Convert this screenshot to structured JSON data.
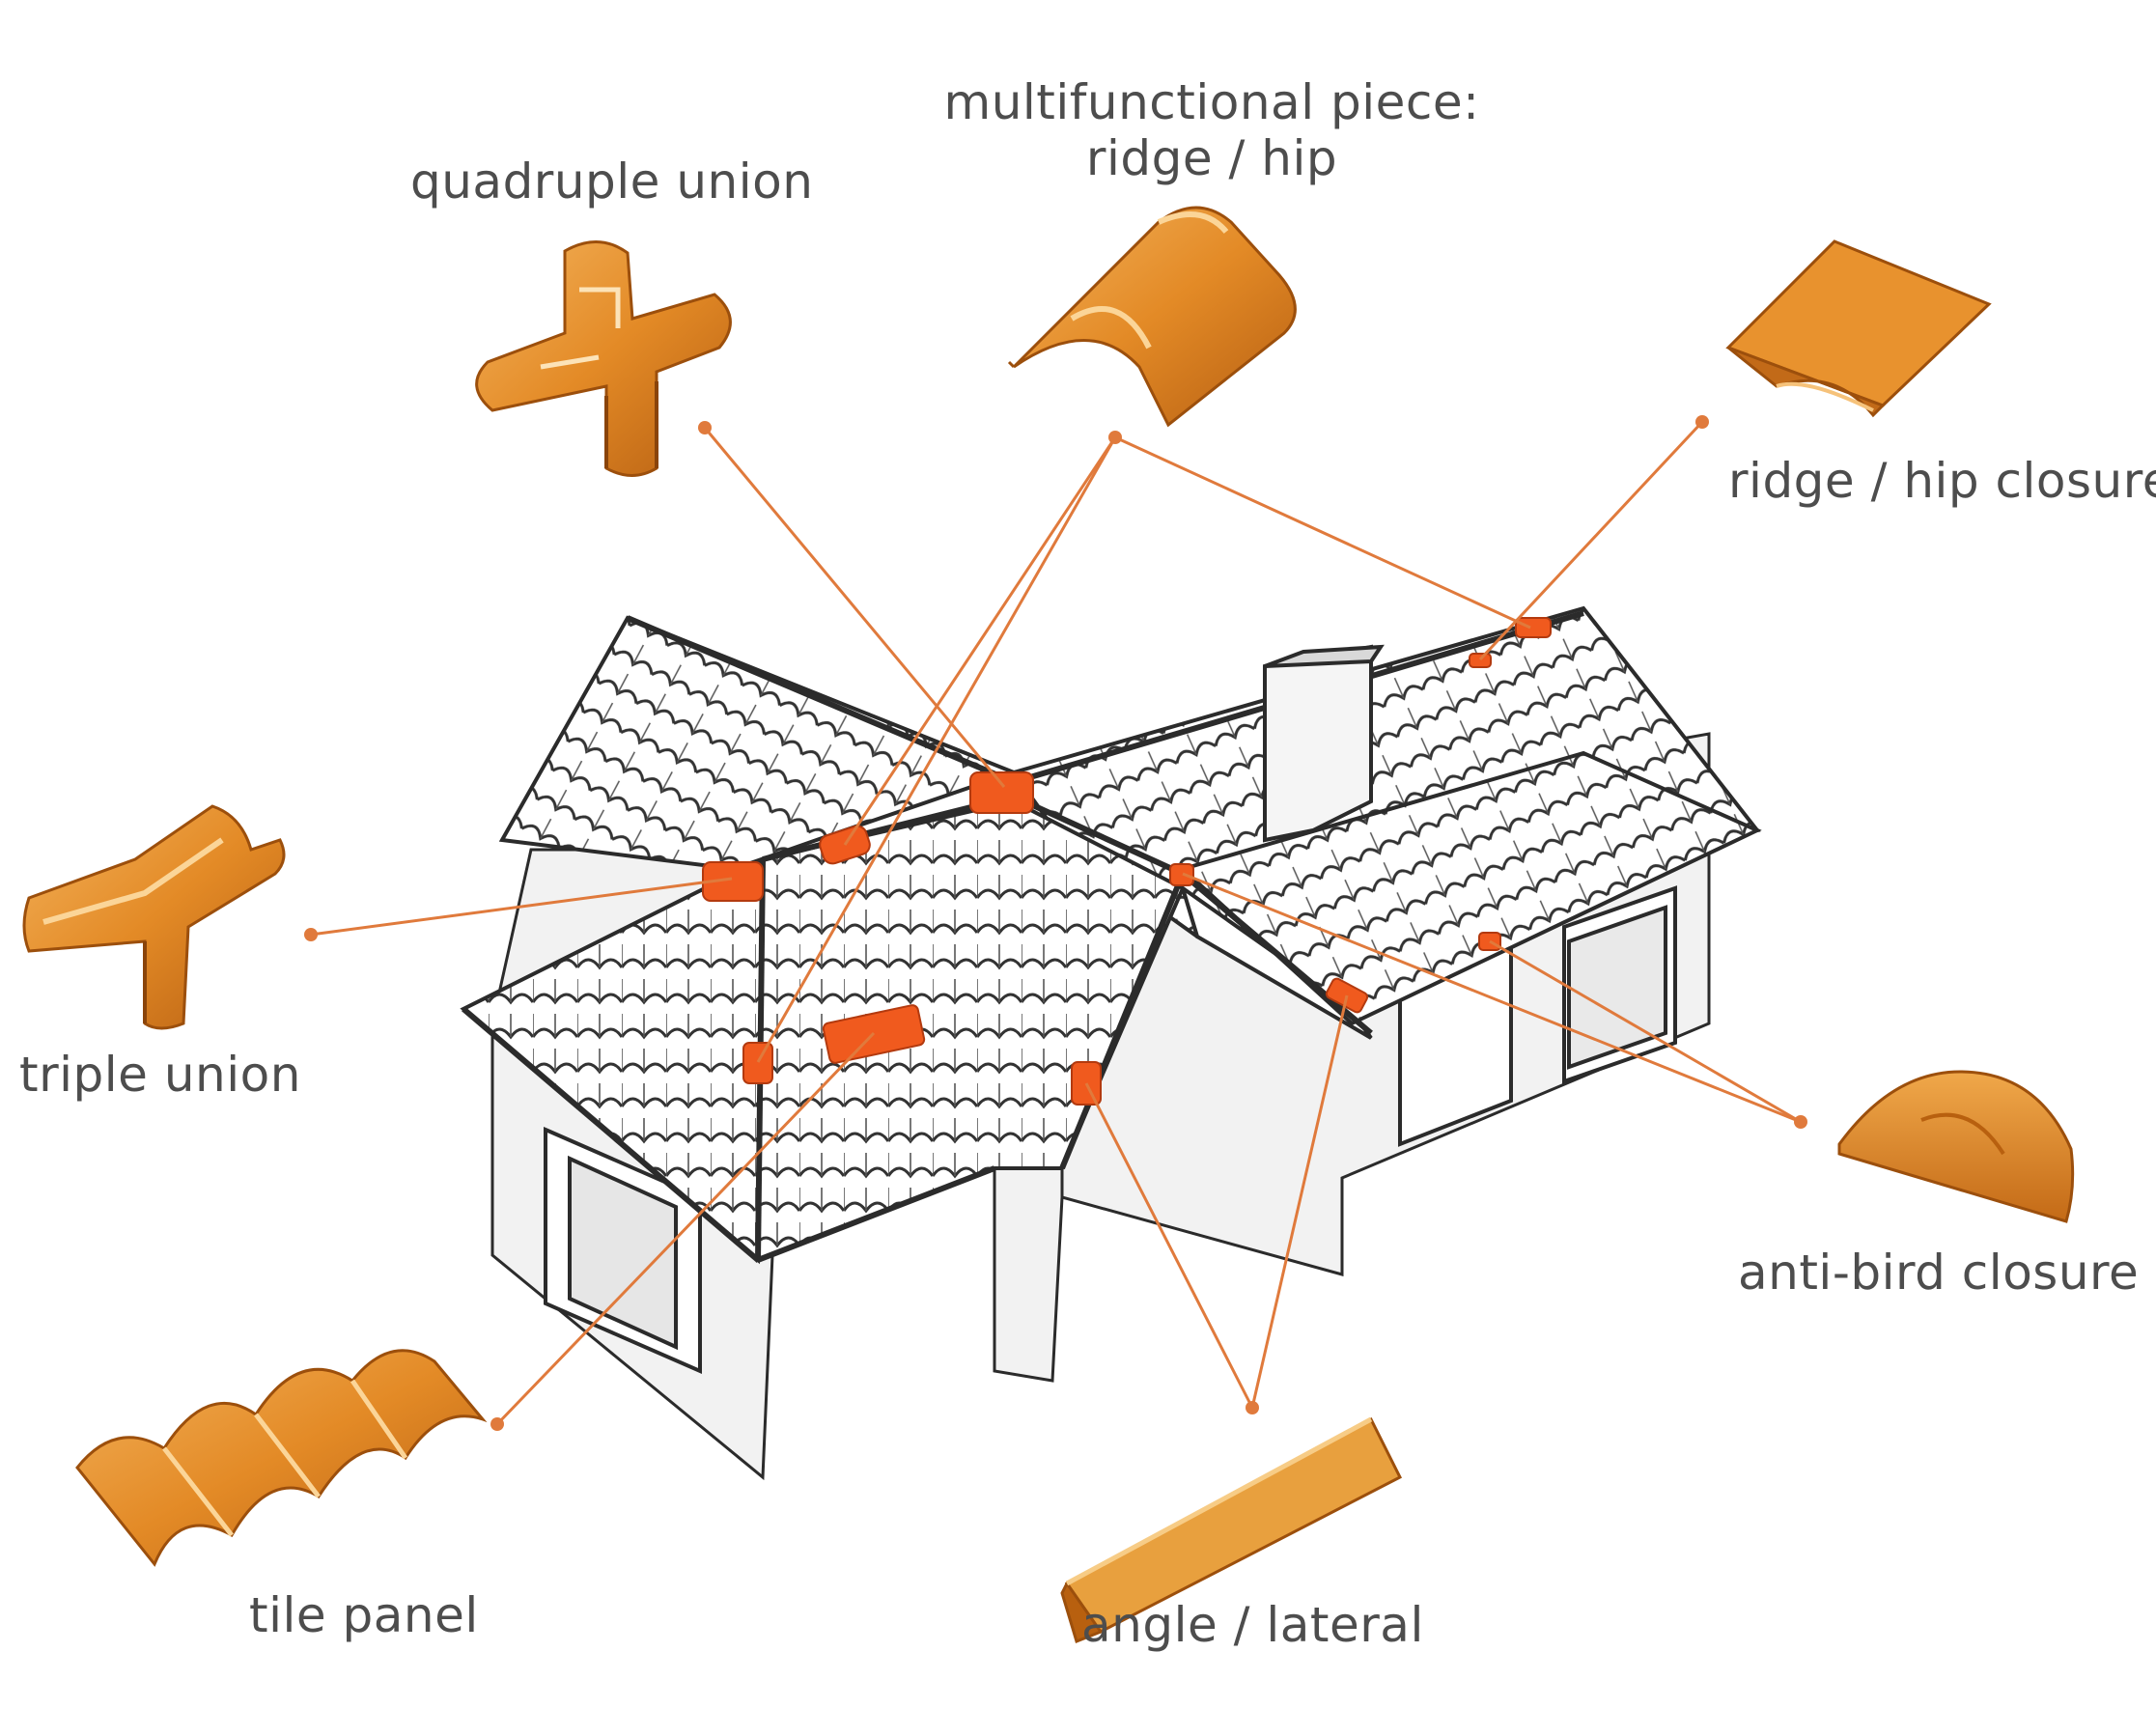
{
  "labels": {
    "multifunctional_line1": "multifunctional piece:",
    "multifunctional_line2": "ridge / hip",
    "quadruple_union": "quadruple union",
    "ridge_hip_closure": "ridge / hip closure",
    "triple_union": "triple union",
    "anti_bird_closure": "anti-bird closure",
    "tile_panel": "tile panel",
    "angle_lateral": "angle / lateral"
  },
  "colors": {
    "leader": "#e07a3c",
    "tile": "#e38a26",
    "tile_dark": "#b65f12",
    "tile_light": "#f3b25b",
    "highlight": "#f05a1e",
    "text": "#4d4d4d",
    "wall": "#f2f2f2",
    "outline": "#2b2b2b"
  }
}
